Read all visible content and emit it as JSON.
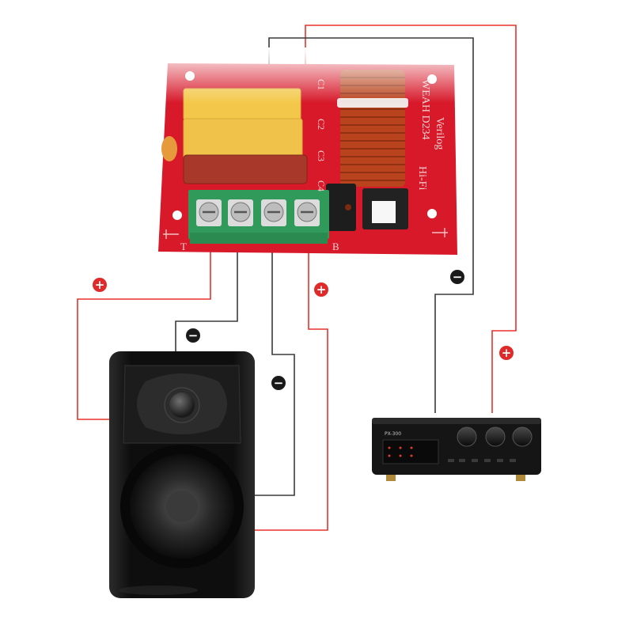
{
  "board": {
    "silkscreen_main": "WEAH D234",
    "silkscreen_model": "Verilog",
    "silkscreen_sub": "Hi-Fi",
    "label_t": "T",
    "label_b": "B",
    "pads": [
      "C1",
      "C2",
      "C3",
      "C4"
    ]
  },
  "amplifier": {
    "model_label": "PX-300"
  },
  "polarity": {
    "plus": "+",
    "minus": "−"
  },
  "colors": {
    "positive_wire": "#e8322c",
    "negative_wire": "#3a3a3a",
    "board_red": "#d7192a",
    "terminal_green": "#2f9a5a",
    "cap_yellow": "#f3c84a",
    "coil_copper": "#b8431c",
    "speaker_body": "#141414",
    "amp_body": "#151515"
  }
}
